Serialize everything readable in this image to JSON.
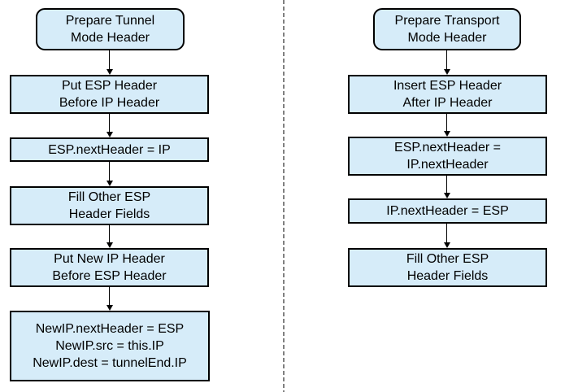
{
  "diagram": {
    "left_flow": {
      "nodes": [
        {
          "type": "start",
          "lines": [
            "Prepare Tunnel",
            "Mode Header"
          ]
        },
        {
          "type": "process",
          "lines": [
            "Put ESP Header",
            "Before IP Header"
          ]
        },
        {
          "type": "process",
          "lines": [
            "ESP.nextHeader = IP"
          ]
        },
        {
          "type": "process",
          "lines": [
            "Fill Other ESP",
            "Header Fields"
          ]
        },
        {
          "type": "process",
          "lines": [
            "Put New IP Header",
            "Before ESP Header"
          ]
        },
        {
          "type": "process",
          "lines": [
            "NewIP.nextHeader = ESP",
            "NewIP.src = this.IP",
            "NewIP.dest = tunnelEnd.IP"
          ]
        }
      ]
    },
    "right_flow": {
      "nodes": [
        {
          "type": "start",
          "lines": [
            "Prepare Transport",
            "Mode Header"
          ]
        },
        {
          "type": "process",
          "lines": [
            "Insert ESP Header",
            "After IP Header"
          ]
        },
        {
          "type": "process",
          "lines": [
            "ESP.nextHeader =",
            "IP.nextHeader"
          ]
        },
        {
          "type": "process",
          "lines": [
            "IP.nextHeader = ESP"
          ]
        },
        {
          "type": "process",
          "lines": [
            "Fill Other ESP",
            "Header Fields"
          ]
        }
      ]
    },
    "colors": {
      "node_fill": "#d6ecf9",
      "node_border": "#000000",
      "text": "#000000",
      "arrow": "#000000",
      "divider": "#808080"
    }
  }
}
